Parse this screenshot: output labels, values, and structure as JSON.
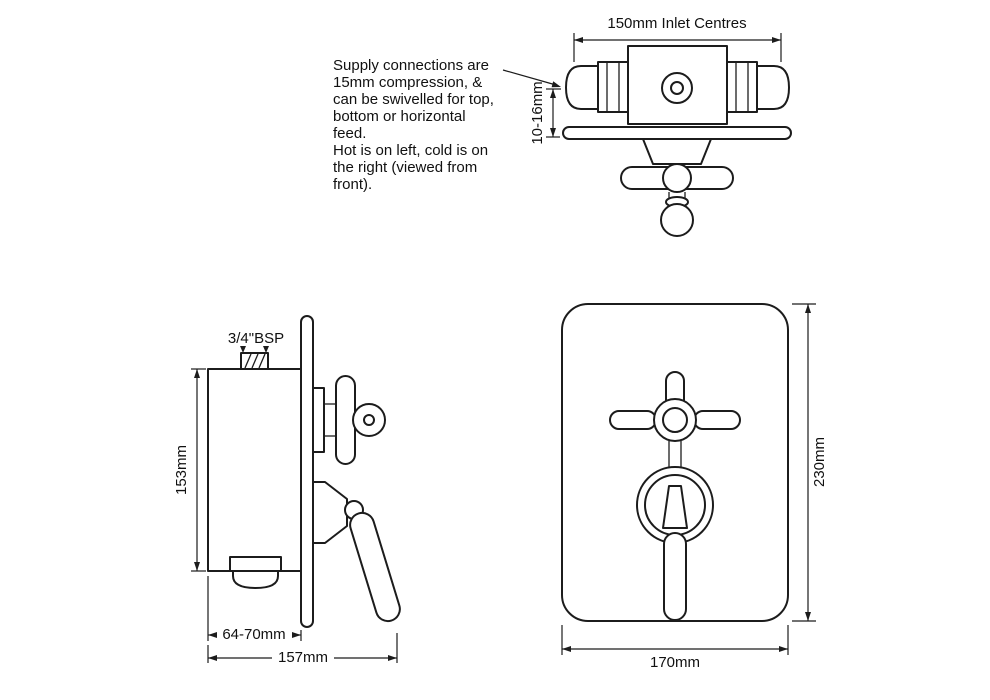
{
  "annotations": {
    "supply_note": "Supply connections are\n15mm compression, &\ncan be swivelled for top,\nbottom or horizontal\nfeed.\nHot is on left, cold is on\nthe right (viewed from\nfront)."
  },
  "dimensions": {
    "inlet_centres": "150mm Inlet Centres",
    "plate_adjustment": "10-16mm",
    "top_connection": "3/4\"BSP",
    "body_height": "153mm",
    "body_depth": "64-70mm",
    "overall_depth": "157mm",
    "plate_height": "230mm",
    "plate_width": "170mm"
  },
  "colors": {
    "line": "#1c1c1c",
    "background": "#ffffff"
  }
}
